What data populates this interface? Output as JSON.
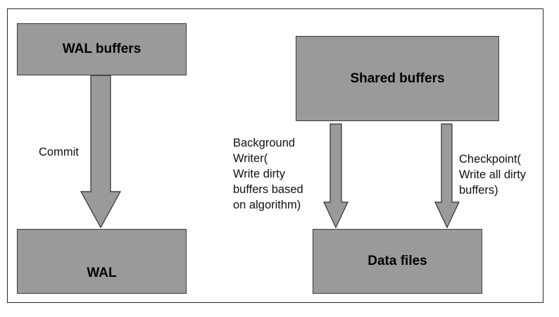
{
  "diagram": {
    "nodes": {
      "wal_buffers": "WAL buffers",
      "wal": "WAL",
      "shared_buffers": "Shared buffers",
      "data_files": "Data files"
    },
    "edges": {
      "commit": "Commit",
      "background_writer": "Background\nWriter(\nWrite dirty\nbuffers based\non algorithm)",
      "checkpoint": "Checkpoint(\nWrite all dirty\nbuffers)"
    }
  },
  "colors": {
    "box_fill": "#9a9a9a",
    "arrow_fill": "#9a9a9a",
    "stroke": "#3a3a3a"
  }
}
